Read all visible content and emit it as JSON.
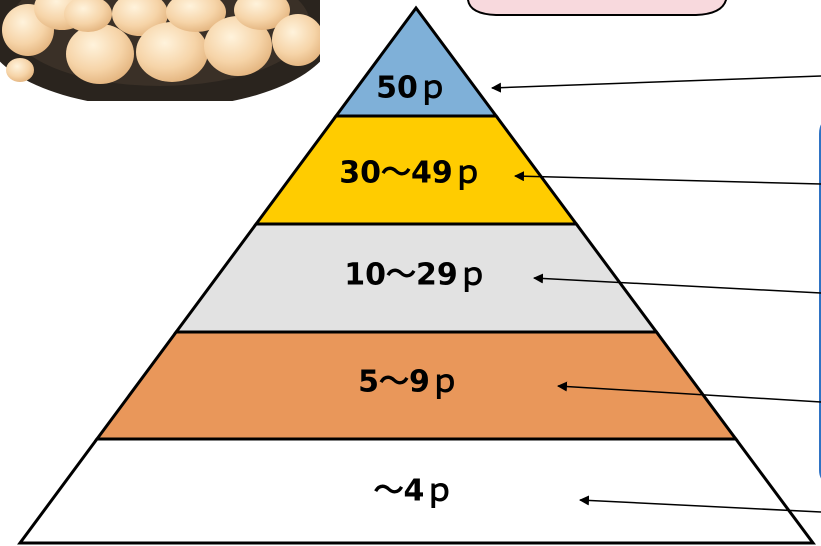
{
  "photo": {
    "icon": "scallops-photo",
    "colors": {
      "bowl": "#2a241e",
      "scallop": "#f6d4a8",
      "scallop_highlight": "#fff3dc",
      "scallop_shade": "#e2b27c"
    }
  },
  "pyramid": {
    "tiers": [
      {
        "label": "50ｐ",
        "color": "#7fb0d8",
        "label_color": "#1f3a60"
      },
      {
        "label": "30～49ｐ",
        "color": "#ffcc00",
        "label_color": "#000000"
      },
      {
        "label": "10～29ｐ",
        "color": "#e2e2e2",
        "label_color": "#000000"
      },
      {
        "label": "5～9ｐ",
        "color": "#e9975a",
        "label_color": "#000000"
      },
      {
        "label": "～4ｐ",
        "color": "#ffffff",
        "label_color": "#000000"
      }
    ],
    "outline_color": "#000000"
  },
  "callout_panel": {
    "border_color": "#2f73c4"
  },
  "top_box": {
    "fill": "#f8d9dd",
    "border_color": "#000000"
  }
}
